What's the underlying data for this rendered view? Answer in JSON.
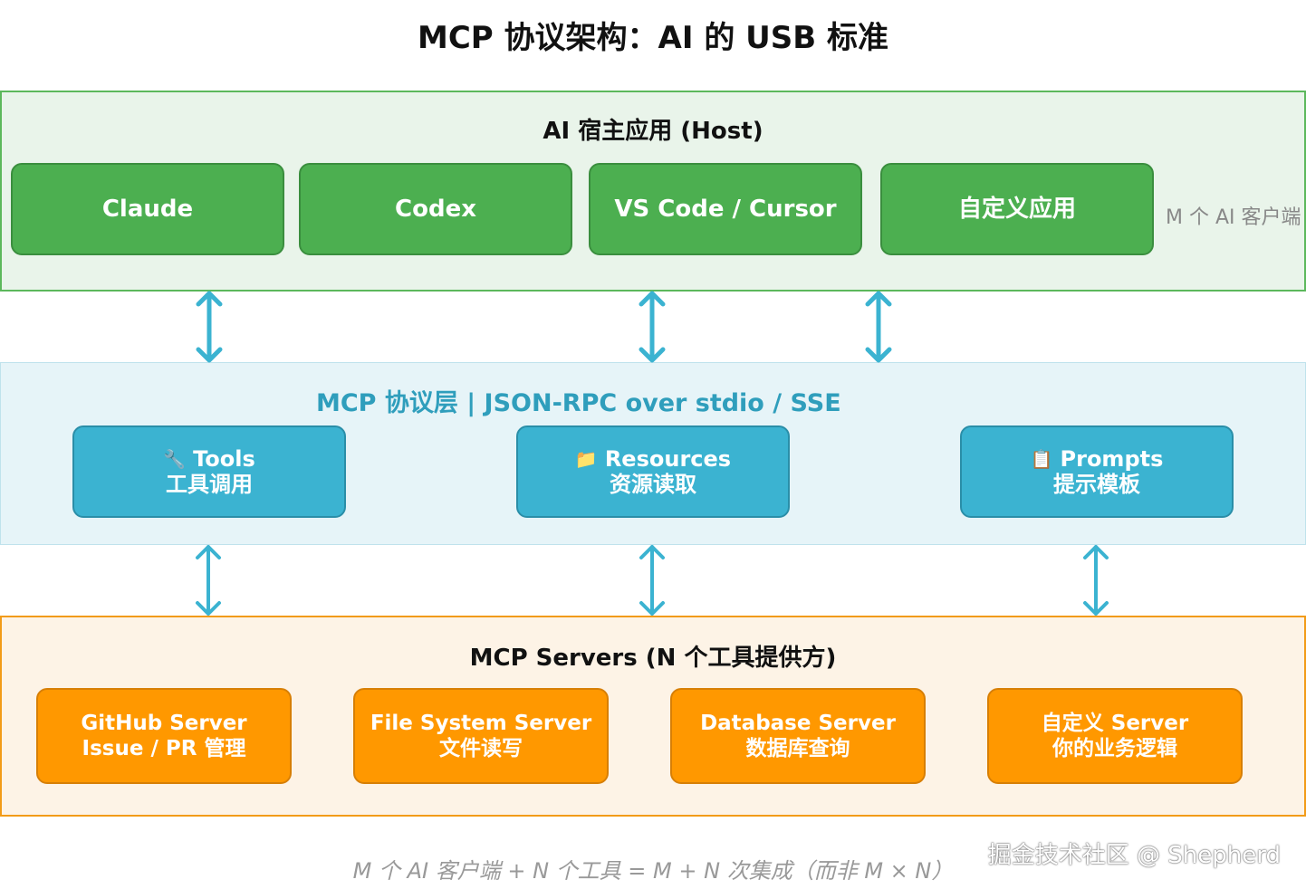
{
  "title": "MCP 协议架构：AI 的 USB 标准",
  "host": {
    "title": "AI 宿主应用 (Host)",
    "clients": [
      "Claude",
      "Codex",
      "VS Code / Cursor",
      "自定义应用"
    ],
    "note": "M 个 AI 客户端"
  },
  "protocol": {
    "title": "MCP 协议层 | JSON-RPC over stdio / SSE",
    "items": [
      {
        "icon": "🔧",
        "name": "Tools",
        "desc": "工具调用"
      },
      {
        "icon": "📁",
        "name": "Resources",
        "desc": "资源读取"
      },
      {
        "icon": "📋",
        "name": "Prompts",
        "desc": "提示模板"
      }
    ]
  },
  "servers": {
    "title": "MCP Servers (N 个工具提供方)",
    "items": [
      {
        "name": "GitHub Server",
        "desc": "Issue / PR 管理"
      },
      {
        "name": "File System Server",
        "desc": "文件读写"
      },
      {
        "name": "Database Server",
        "desc": "数据库查询"
      },
      {
        "name": "自定义 Server",
        "desc": "你的业务逻辑"
      }
    ]
  },
  "footer": "M 个 AI 客户端 + N 个工具 = M + N 次集成（而非 M × N）",
  "watermark": "掘金技术社区 @ Shepherd",
  "colors": {
    "host_fill": "#e9f4ea",
    "host_box": "#4caf50",
    "protocol_fill": "#e6f4f8",
    "protocol_box": "#3bb3d1",
    "server_fill": "#fdf3e6",
    "server_box": "#ff9800",
    "arrow": "#3bb3d1"
  }
}
